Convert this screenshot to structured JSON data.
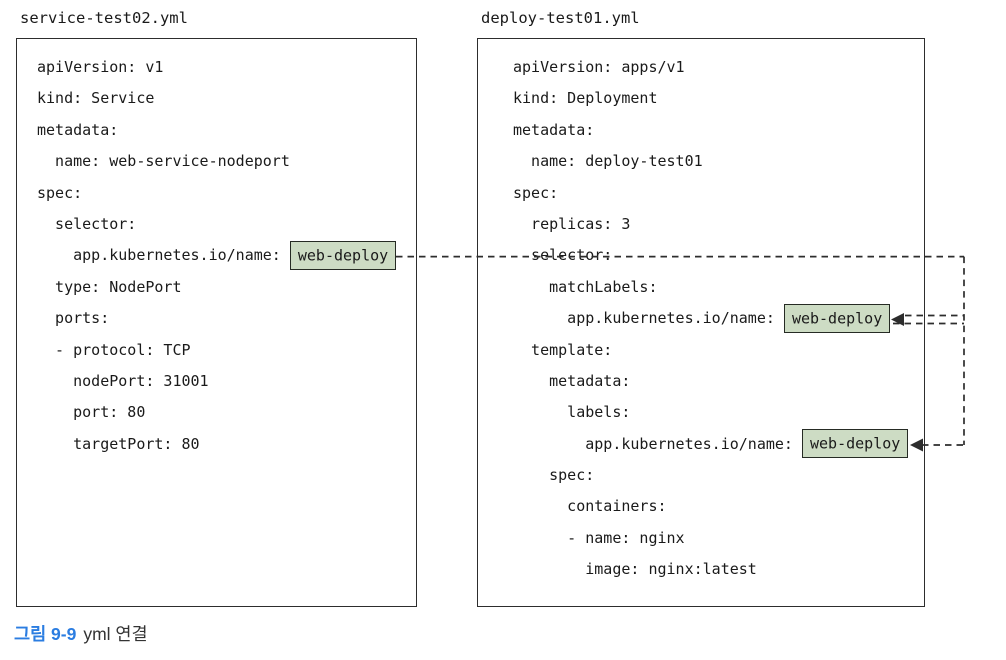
{
  "figure": {
    "caption_label": "그림 9-9",
    "caption_text": "yml 연결"
  },
  "colors": {
    "page_bg": "#ffffff",
    "text_color": "#1a1a1a",
    "line_color": "#2d2d2d",
    "highlight_fill": "#cddcc4",
    "highlight_border": "#262b24",
    "caption_accent": "#2b7de1",
    "caption_text_color": "#333333"
  },
  "panels": [
    {
      "title": "service-test02.yml",
      "lines": [
        {
          "t": "apiVersion: v1"
        },
        {
          "t": "kind: Service"
        },
        {
          "t": "metadata:"
        },
        {
          "t": "  name: web-service-nodeport"
        },
        {
          "t": "spec:"
        },
        {
          "t": "  selector:"
        },
        {
          "t": "    app.kubernetes.io/name: ",
          "hl": "web-deploy"
        },
        {
          "t": "  type: NodePort"
        },
        {
          "t": "  ports:"
        },
        {
          "t": "  - protocol: TCP"
        },
        {
          "t": "    nodePort: 31001"
        },
        {
          "t": "    port: 80"
        },
        {
          "t": "    targetPort: 80"
        }
      ]
    },
    {
      "title": "deploy-test01.yml",
      "lines": [
        {
          "t": "apiVersion: apps/v1"
        },
        {
          "t": "kind: Deployment"
        },
        {
          "t": "metadata:"
        },
        {
          "t": "  name: deploy-test01"
        },
        {
          "t": "spec:"
        },
        {
          "t": "  replicas: 3"
        },
        {
          "t": "  selector:"
        },
        {
          "t": "    matchLabels:"
        },
        {
          "t": "      app.kubernetes.io/name: ",
          "hl": "web-deploy"
        },
        {
          "t": "  template:"
        },
        {
          "t": "    metadata:"
        },
        {
          "t": "      labels:"
        },
        {
          "t": "        app.kubernetes.io/name: ",
          "hl": "web-deploy"
        },
        {
          "t": "    spec:"
        },
        {
          "t": "      containers:"
        },
        {
          "t": "      - name: nginx"
        },
        {
          "t": "        image: nginx:latest"
        }
      ]
    }
  ],
  "connectors": [
    {
      "from": "service-test02.yml / spec.selector / web-deploy",
      "to": "deploy-test01.yml / spec.selector.matchLabels / web-deploy",
      "style": "dashed-arrow"
    },
    {
      "from": "deploy-test01.yml / spec.selector.matchLabels / web-deploy",
      "to": "deploy-test01.yml / spec.template.metadata.labels / web-deploy",
      "style": "dashed-arrow"
    }
  ]
}
